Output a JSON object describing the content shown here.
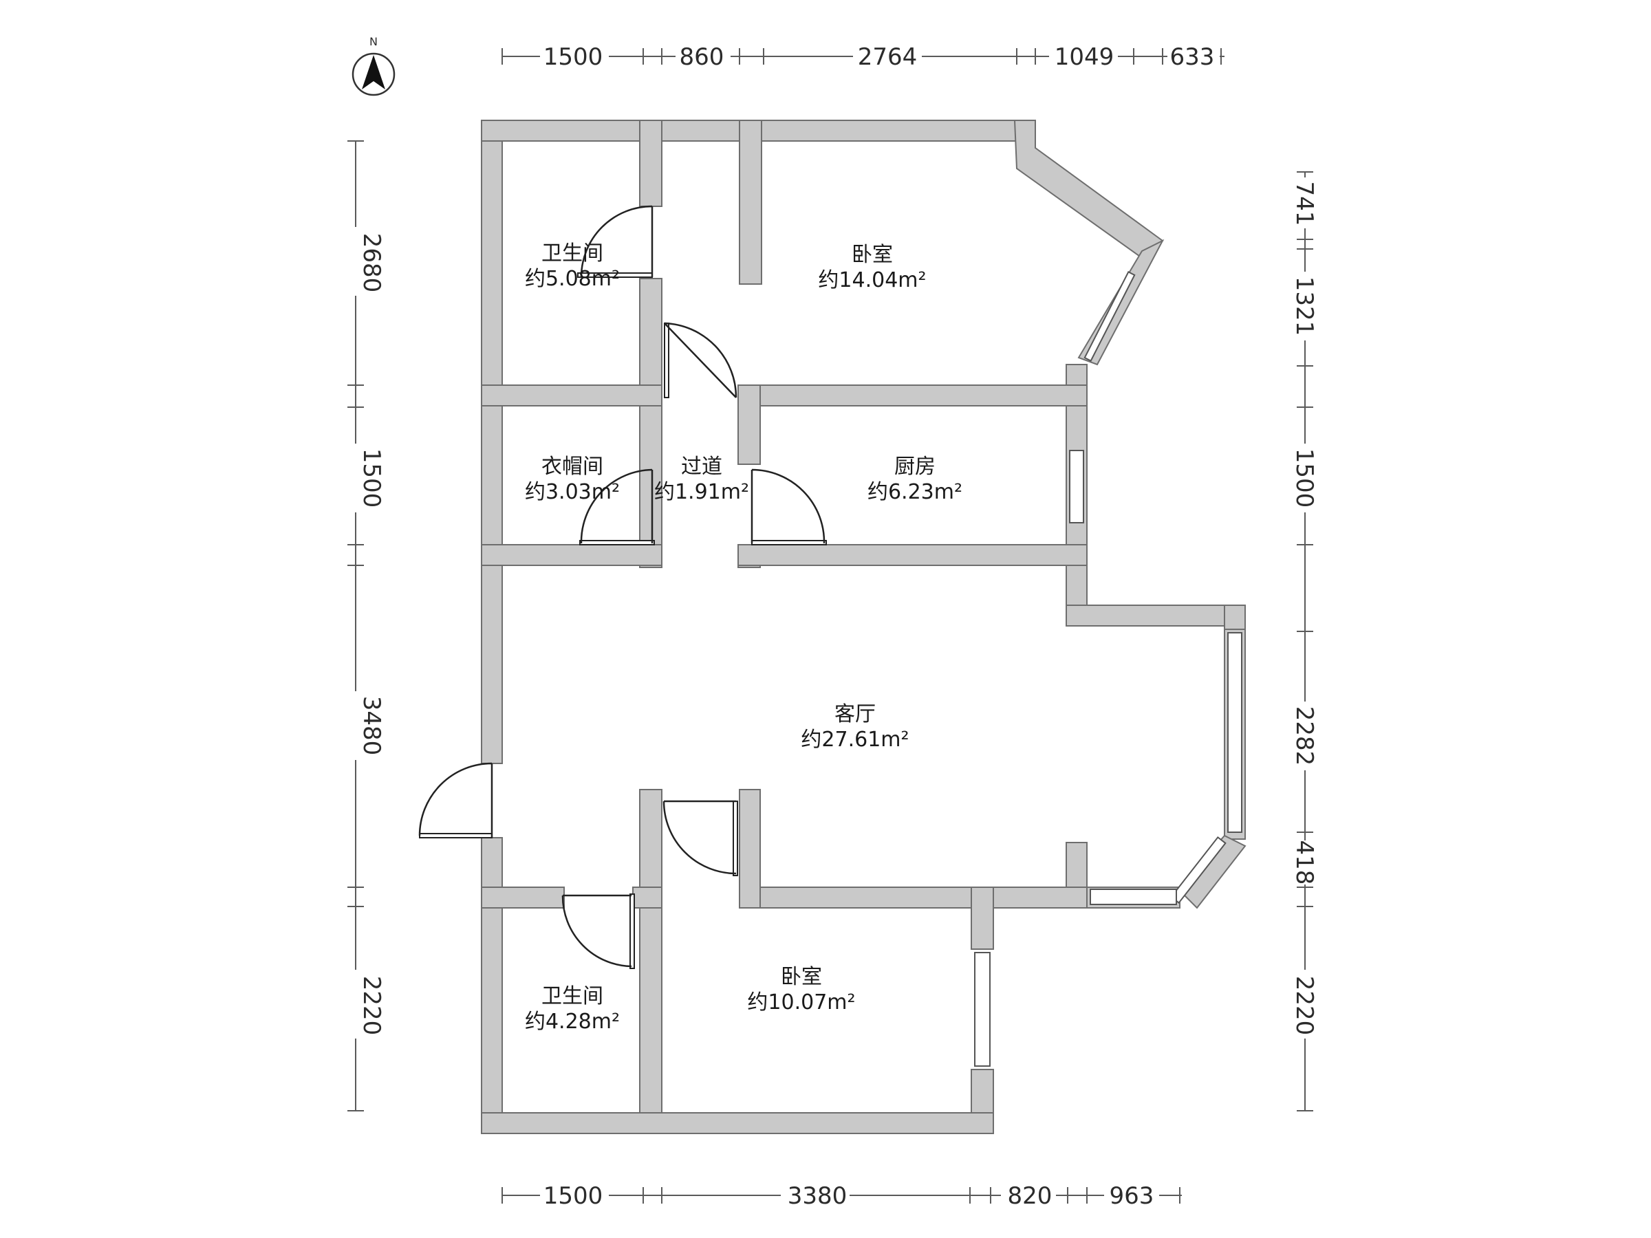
{
  "compass": {
    "label": "N",
    "icon": "north-arrow-icon"
  },
  "dimensions": {
    "top": [
      "1500",
      "860",
      "2764",
      "1049",
      "633"
    ],
    "bottom": [
      "1500",
      "3380",
      "820",
      "963"
    ],
    "left": [
      "2680",
      "1500",
      "3480",
      "2220"
    ],
    "right": [
      "741",
      "1321",
      "1500",
      "2282",
      "418",
      "2220"
    ]
  },
  "rooms": [
    {
      "name": "卫生间",
      "area": "约5.08m²"
    },
    {
      "name": "卧室",
      "area": "约14.04m²"
    },
    {
      "name": "衣帽间",
      "area": "约3.03m²"
    },
    {
      "name": "过道",
      "area": "约1.91m²"
    },
    {
      "name": "厨房",
      "area": "约6.23m²"
    },
    {
      "name": "客厅",
      "area": "约27.61m²"
    },
    {
      "name": "卫生间",
      "area": "约4.28m²"
    },
    {
      "name": "卧室",
      "area": "约10.07m²"
    }
  ],
  "colors": {
    "wall_fill": "#c9c9c9",
    "wall_edge": "#6e6e6e",
    "text": "#1a1a1a",
    "background": "#ffffff"
  }
}
